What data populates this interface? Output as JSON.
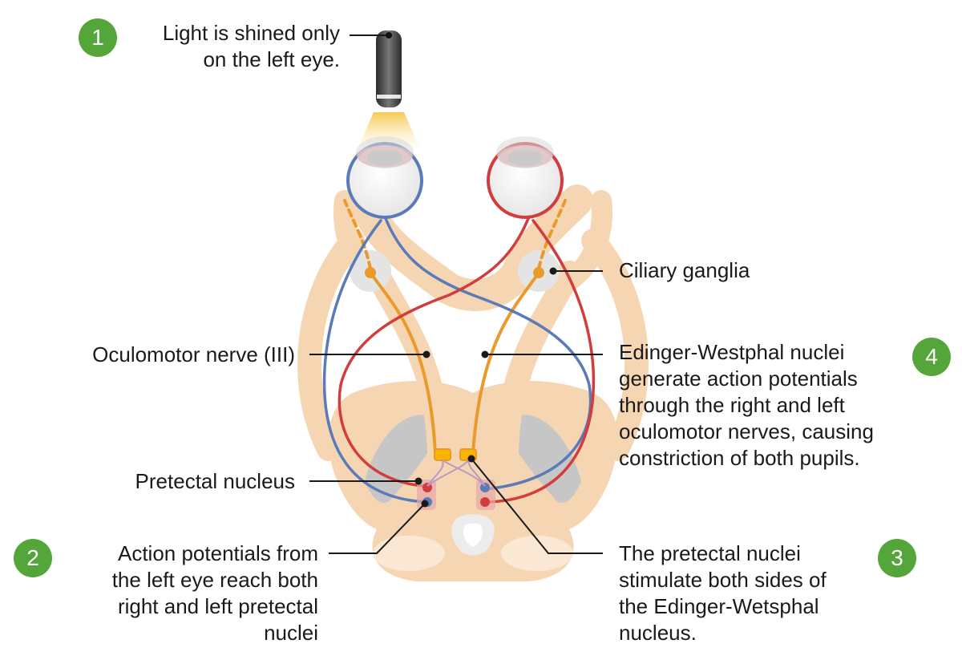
{
  "steps": [
    {
      "number": "1",
      "text": [
        "Light is shined only",
        "on the left eye."
      ]
    },
    {
      "number": "2",
      "text": [
        "Action potentials from",
        "the left eye reach both",
        "right and left pretectal",
        "nuclei"
      ]
    },
    {
      "number": "3",
      "text": [
        "The pretectal nuclei",
        "stimulate both sides of",
        "the Edinger-Wetsphal",
        "nucleus."
      ]
    },
    {
      "number": "4",
      "text": [
        "Edinger-Westphal nuclei",
        "generate action potentials",
        "through the right and left",
        "oculomotor nerves, causing",
        "constriction of both pupils."
      ]
    }
  ],
  "labels": {
    "ciliary_ganglia": "Ciliary ganglia",
    "oculomotor_nerve": "Oculomotor nerve (III)",
    "pretectal_nucleus": "Pretectal nucleus"
  },
  "colors": {
    "badge": "#55a63a",
    "left_eye_pathway": "#5b7bb8",
    "right_eye_pathway": "#d23c3c",
    "oculomotor_pathway": "#ea9a2a",
    "tissue": "#f6d6b2",
    "grey_matter": "#c6c6c6"
  }
}
